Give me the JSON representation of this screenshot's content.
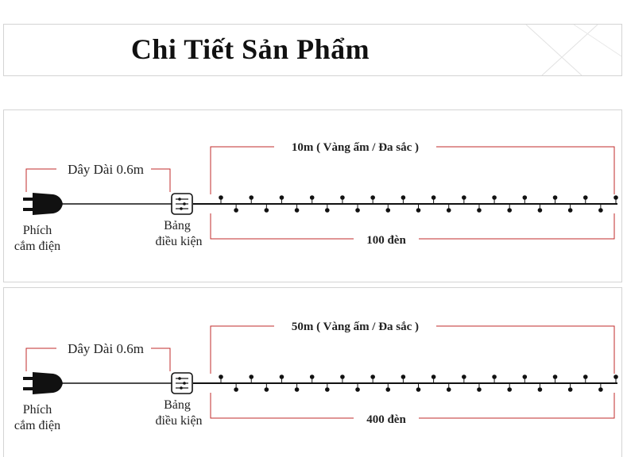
{
  "title": "Chi Tiết Sản Phẩm",
  "colors": {
    "bracket": "#c22b2b",
    "wire": "#111111",
    "panel_border": "#d4d4d4"
  },
  "icons": [
    "power-plug-icon",
    "controller-box-icon",
    "bulb-icon"
  ],
  "products": [
    {
      "length_label": "10m ( Vàng ấm / Đa sắc )",
      "bulb_count_label": "100 đèn",
      "cable_label": "Dây Dài 0.6m",
      "plug_label_line1": "Phích",
      "plug_label_line2": "cắm điện",
      "controller_label_line1": "Bảng",
      "controller_label_line2": "điều kiện"
    },
    {
      "length_label": "50m ( Vàng ấm / Đa sắc )",
      "bulb_count_label": "400 đèn",
      "cable_label": "Dây Dài 0.6m",
      "plug_label_line1": "Phích",
      "plug_label_line2": "cắm điện",
      "controller_label_line1": "Bảng",
      "controller_label_line2": "điều kiện"
    }
  ]
}
